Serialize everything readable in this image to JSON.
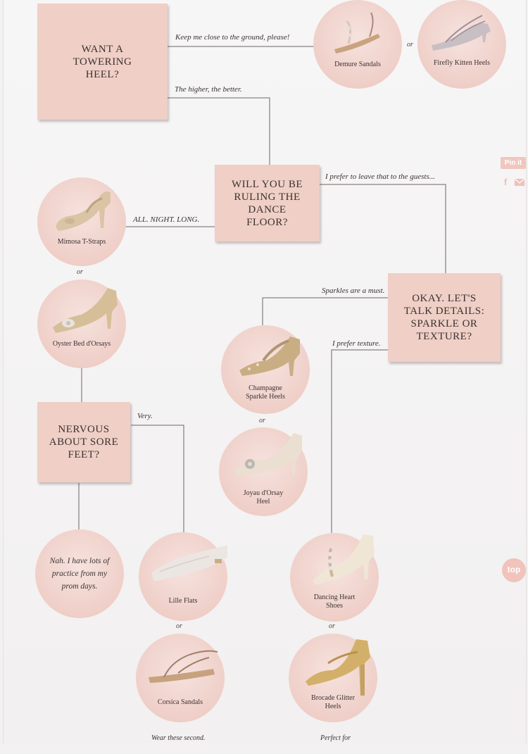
{
  "questions": {
    "q1": "WANT A TOWERING HEEL?",
    "q2": "WILL YOU BE RULING THE DANCE FLOOR?",
    "q3": "OKAY. LET'S TALK DETAILS: SPARKLE OR TEXTURE?",
    "q4": "NERVOUS ABOUT SORE FEET?"
  },
  "answers": {
    "a1": "Keep me close to the ground, please!",
    "a2": "The higher, the better.",
    "a3": "I prefer to leave that to the guests...",
    "a4": "ALL. NIGHT. LONG.",
    "a5": "Sparkles are a must.",
    "a6": "I prefer texture.",
    "a7": "Very.",
    "a8": "Wear these second.",
    "a9": "Perfect for"
  },
  "shoes": {
    "demure": "Demure Sandals",
    "firefly": "Firefly Kitten Heels",
    "mimosa": "Mimosa T-Straps",
    "oyster": "Oyster Bed d'Orsays",
    "champagne": "Champagne Sparkle Heels",
    "joyau": "Joyau d'Orsay Heel",
    "lille": "Lille Flats",
    "corsica": "Corsica Sandals",
    "dancing": "Dancing Heart Shoes",
    "brocade": "Brocade Glitter Heels"
  },
  "nah_text": "Nah. I have lots of practice from my prom days.",
  "or_label": "or",
  "share": {
    "pin": "Pin it",
    "facebook": "f",
    "top": "top"
  },
  "colors": {
    "box": "#efcfc6",
    "circle": "#efcfc8",
    "line": "#6d6565",
    "accent": "#f0c3bb"
  }
}
